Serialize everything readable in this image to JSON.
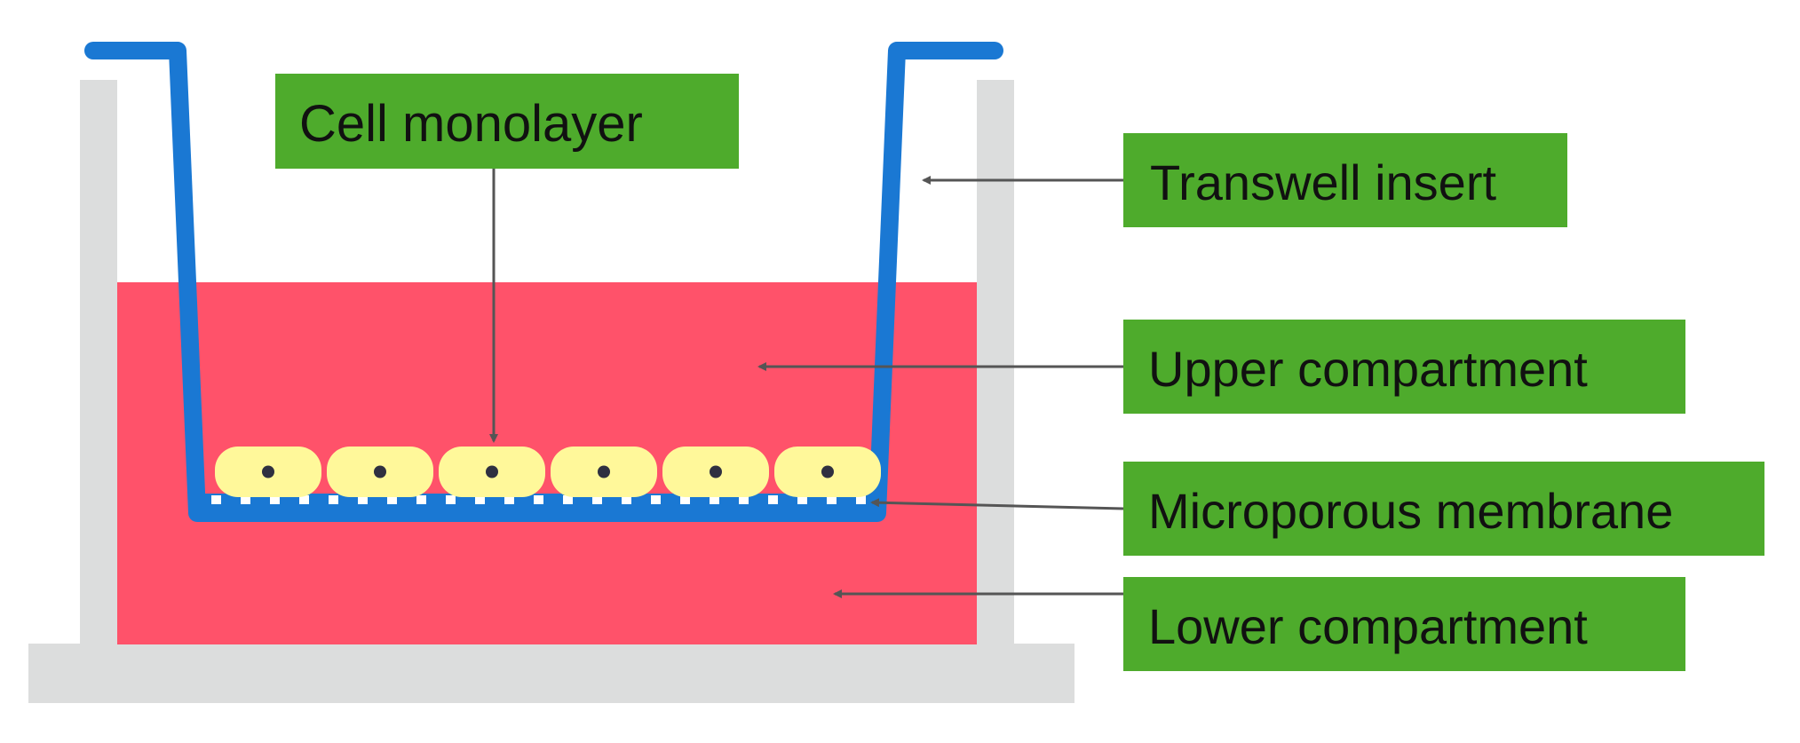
{
  "labels": {
    "cell_monolayer": "Cell monolayer",
    "transwell_insert": "Transwell insert",
    "upper_compartment": "Upper compartment",
    "microporous_membrane": "Microporous membrane",
    "lower_compartment": "Lower compartment"
  },
  "colors": {
    "well_wall": "#dcdddd",
    "medium": "#ff526a",
    "insert": "#1a78d3",
    "membrane_pores": "#ffffff",
    "cell_body": "#fff89a",
    "cell_nucleus": "#2f3040",
    "label_box": "#4eab2c",
    "arrow": "#555555"
  },
  "cell_count": 6
}
